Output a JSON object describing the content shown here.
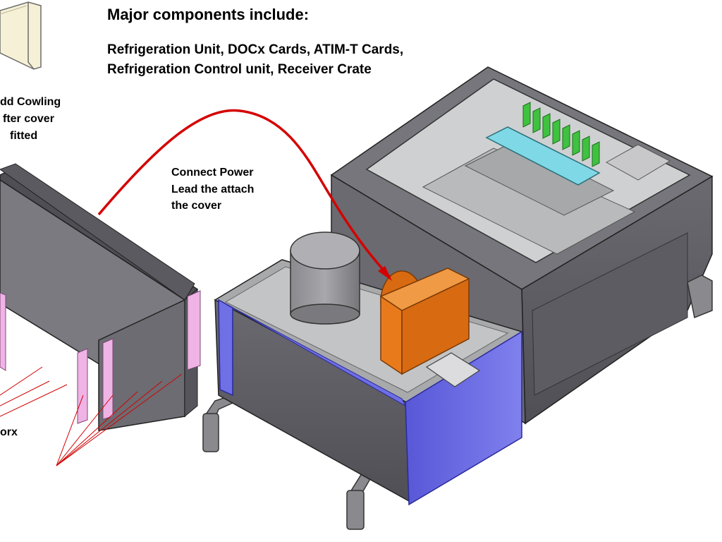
{
  "heading": "Major components include:",
  "components_lines": [
    "Refrigeration Unit, DOCx Cards, ATIM-T Cards,",
    "Refrigeration Control unit, Receiver Crate"
  ],
  "cowling_note": [
    "dd Cowling",
    "fter cover",
    "fitted"
  ],
  "connect_note": [
    "Connect Power",
    "Lead the attach",
    "the cover"
  ],
  "torx_label": "orx",
  "colors": {
    "arrow": "#d40000",
    "drawer_blue": "#6f6fe6",
    "refrigeration_orange": "#e87a1c",
    "cards_green": "#3fc23f",
    "crate_cyan": "#7fd8e6",
    "side_panels_pink": "#f0b3e6"
  }
}
